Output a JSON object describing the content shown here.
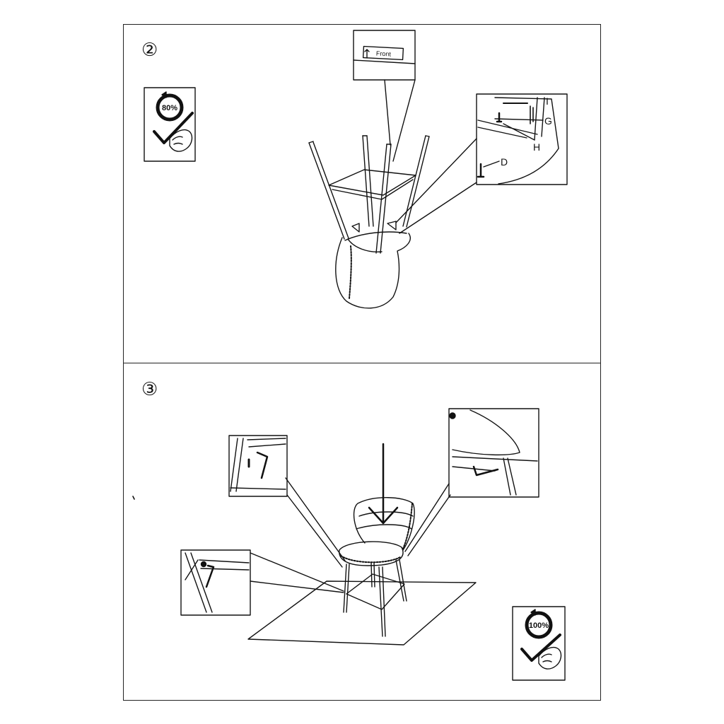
{
  "steps": [
    {
      "number": "②",
      "tighten_badge": "80%",
      "front_tag": "Front",
      "part_labels": {
        "I": "I",
        "G": "G",
        "H": "H",
        "D": "D"
      }
    },
    {
      "number": "③",
      "tighten_badge": "100%"
    }
  ],
  "icons": {
    "tighten": "allen-key-hand-icon",
    "arrow": "down-arrow-icon"
  }
}
